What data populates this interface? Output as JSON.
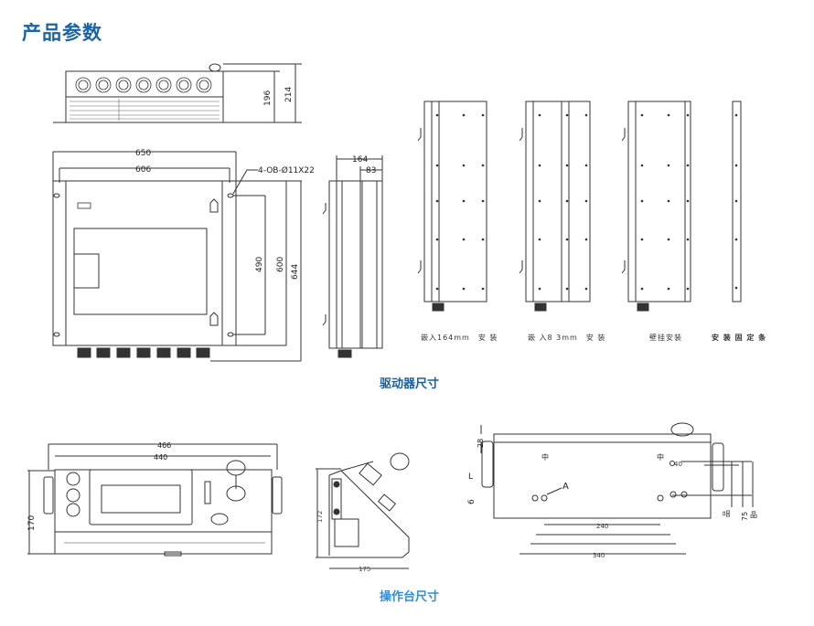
{
  "page": {
    "title": "产品参数"
  },
  "driver_section": {
    "caption": "驱动器尺寸",
    "top_view": {
      "dims": [
        "196",
        "214"
      ]
    },
    "front_view": {
      "dims": [
        "650",
        "606",
        "490",
        "600",
        "644"
      ],
      "hole_note": "4-OB-Ø11X22"
    },
    "side_view": {
      "dims": [
        "164",
        "83"
      ]
    },
    "install_labels": [
      "嵌入164mm　安 装",
      "嵌 入8 3mm　安 装",
      "壁挂安装",
      "安 装 固 定 条"
    ]
  },
  "console_section": {
    "caption": "操作台尺寸",
    "front_view": {
      "dims": [
        "466",
        "440",
        "170"
      ]
    },
    "side_view": {
      "dims": [
        "172",
        "175"
      ]
    },
    "bottom_view": {
      "dims": [
        "28",
        "240",
        "340",
        "75"
      ],
      "marks": [
        "A",
        "L",
        "6"
      ],
      "garbled": [
        "中",
        "中",
        "40",
        "品",
        "品"
      ]
    }
  }
}
